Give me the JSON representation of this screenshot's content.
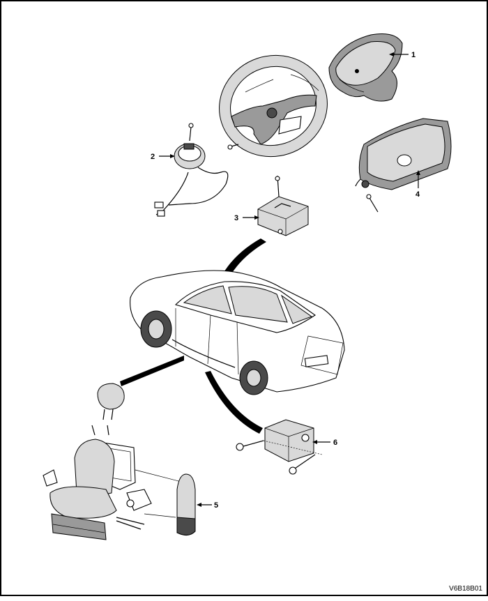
{
  "diagram": {
    "figure_id": "V6B18B01",
    "callouts": [
      {
        "id": "callout-1",
        "label": "1"
      },
      {
        "id": "callout-2",
        "label": "2"
      },
      {
        "id": "callout-3",
        "label": "3"
      },
      {
        "id": "callout-4",
        "label": "4"
      },
      {
        "id": "callout-5",
        "label": "5"
      },
      {
        "id": "callout-6",
        "label": "6"
      }
    ]
  }
}
